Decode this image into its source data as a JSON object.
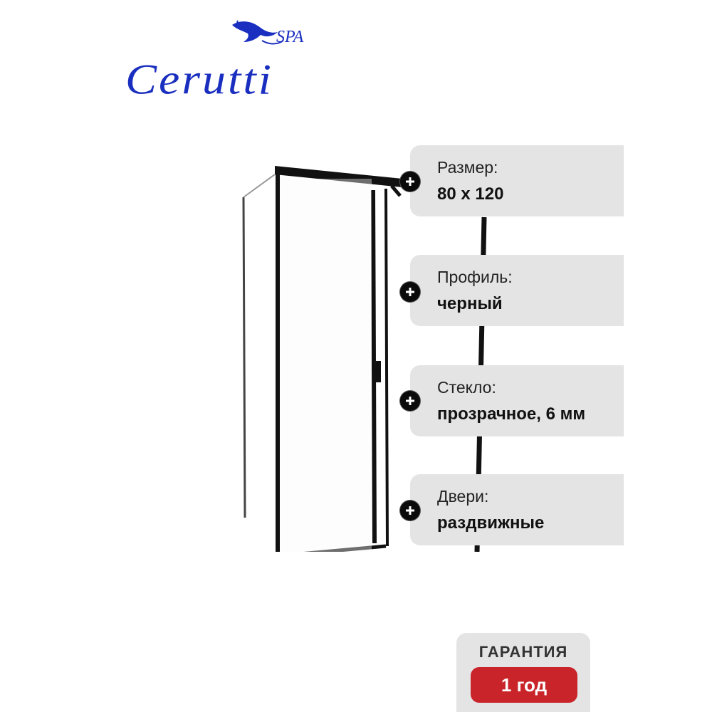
{
  "brand": {
    "name": "Cerutti",
    "suffix": "SPA",
    "color": "#1a2fbf"
  },
  "specs": [
    {
      "label": "Размер:",
      "value": "80 х 120"
    },
    {
      "label": "Профиль:",
      "value": "черный"
    },
    {
      "label": "Стекло:",
      "value": "прозрачное, 6 мм"
    },
    {
      "label": "Двери:",
      "value": "раздвижные"
    }
  ],
  "warranty": {
    "title": "ГАРАНТИЯ",
    "value": "1 год",
    "badge_color": "#c8242a"
  },
  "icons": {
    "spec_marker": "plus-circle-icon",
    "logo_mark": "dolphin-icon"
  }
}
